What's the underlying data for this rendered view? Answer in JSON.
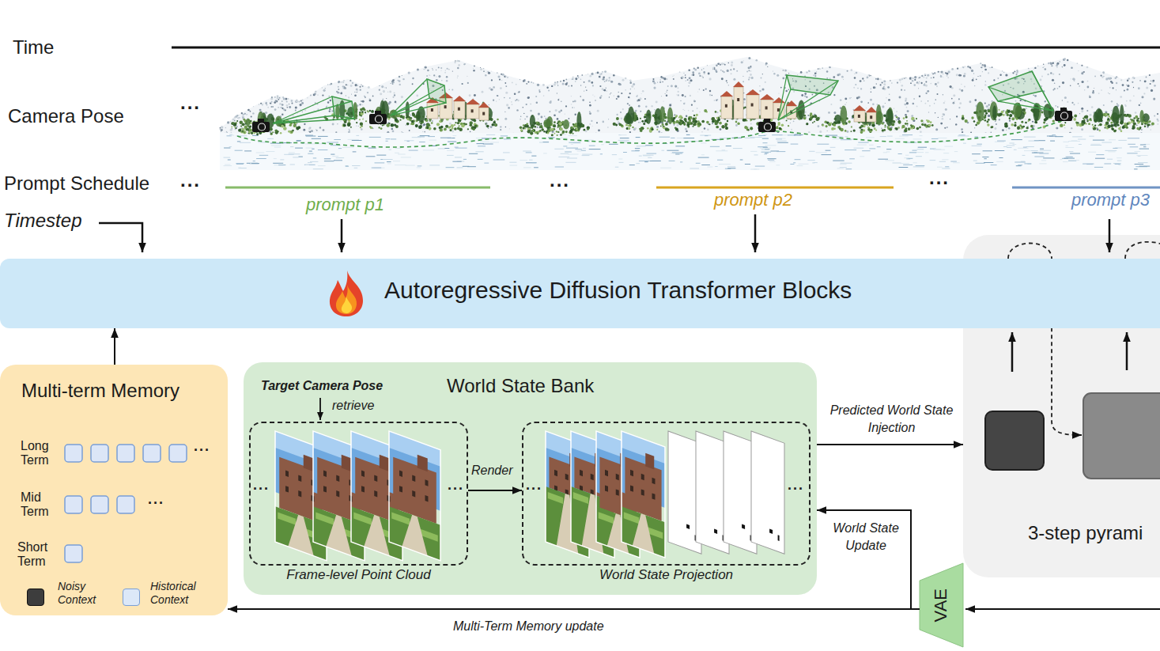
{
  "diagram": {
    "nodes": [
      {
        "text": [
          "Autoregressive Diffusion Transformer Blocks"
        ]
      },
      {
        "text": [
          "Multi-term Memory"
        ]
      },
      {
        "text": [
          "World State Bank"
        ]
      },
      {
        "text": [
          "Frame-level Point Cloud"
        ],
        "in": 2
      },
      {
        "text": [
          "World State Projection"
        ],
        "in": 2
      },
      {
        "text": [
          "3-step pyrami"
        ]
      },
      {
        "text": [
          "VAE"
        ]
      }
    ],
    "edges": [
      {
        "from": 1,
        "to": 0,
        "arrow": "to"
      },
      {
        "from": 3,
        "to": 4,
        "label": "Render",
        "arrow": "to"
      },
      {
        "from": 2,
        "to": 5,
        "label": "Predicted World State Injection",
        "arrow": "to"
      },
      {
        "from": 6,
        "to": 2,
        "label": "World State Update",
        "arrow": "to"
      },
      {
        "from": 6,
        "to": 1,
        "label": "Multi-Term Memory update",
        "arrow": "to"
      }
    ],
    "labels": [
      "Time",
      "Camera Pose",
      "...",
      "Prompt Schedule",
      "...",
      "prompt p1",
      "...",
      "prompt p2",
      "...",
      "prompt p3",
      "Timestep",
      "Long Term",
      "...",
      "Mid Term",
      "...",
      "Short Term",
      "Target Camera Pose",
      "retrieve",
      "...",
      "...",
      "...",
      "..."
    ],
    "legend": [
      {
        "text": "Noisy Context",
        "color": "#3d3d3d"
      },
      {
        "text": "Historical Context",
        "color": "#dce8f8"
      }
    ]
  }
}
